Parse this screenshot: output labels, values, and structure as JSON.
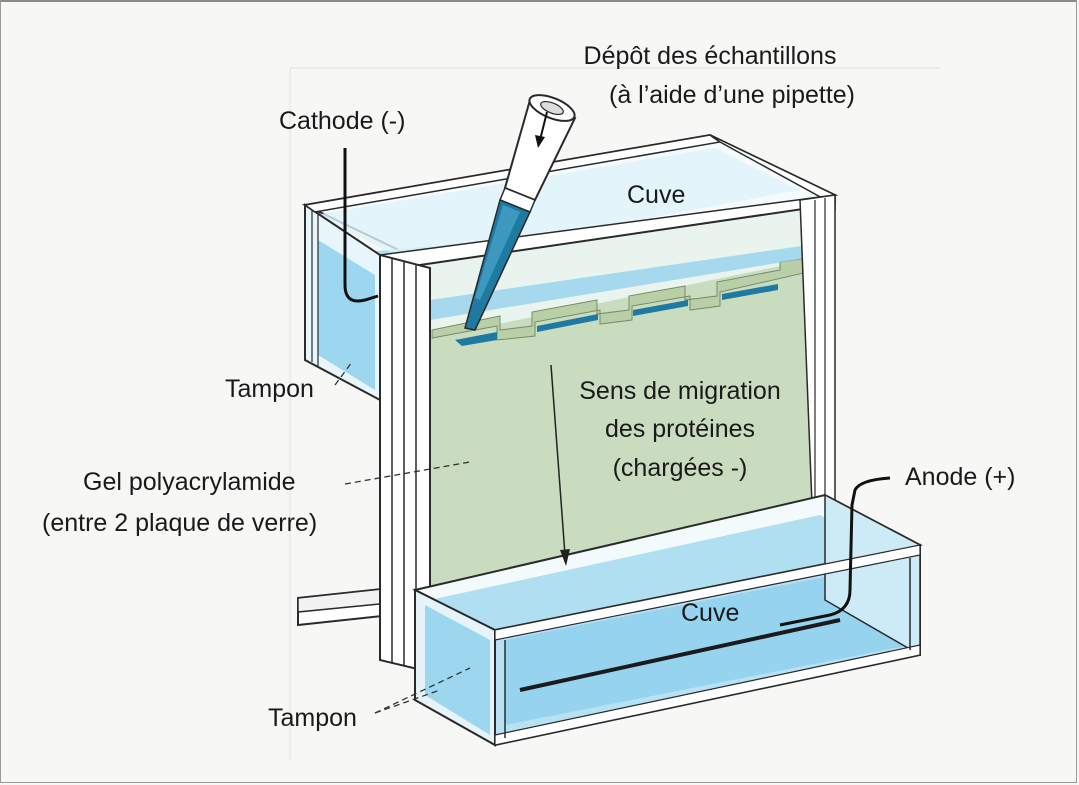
{
  "labels": {
    "sample_deposit_line1": "Dépôt des échantillons",
    "sample_deposit_line2": "(à l’aide d’une pipette)",
    "cathode": "Cathode (-)",
    "top_tank": "Cuve",
    "buffer_top": "Tampon",
    "migration_line1": "Sens de migration",
    "migration_line2": "des protéines",
    "migration_line3": "(chargées -)",
    "gel_line1": "Gel polyacrylamide",
    "gel_line2": "(entre 2 plaque de verre)",
    "anode": "Anode (+)",
    "bottom_tank": "Cuve",
    "buffer_bottom": "Tampon"
  },
  "colors": {
    "background": "#f7f7f5",
    "gel": "#c9dcc0",
    "buffer": "#9fd6ee",
    "buffer_dark": "#6ec0e3",
    "well_sample": "#1e7aa0",
    "frame_white": "#ffffff",
    "outline": "#2a2a2a",
    "wire": "#111111"
  },
  "icons": [
    "pipette-icon",
    "cathode-wire-icon",
    "anode-wire-icon",
    "migration-arrow-icon"
  ]
}
